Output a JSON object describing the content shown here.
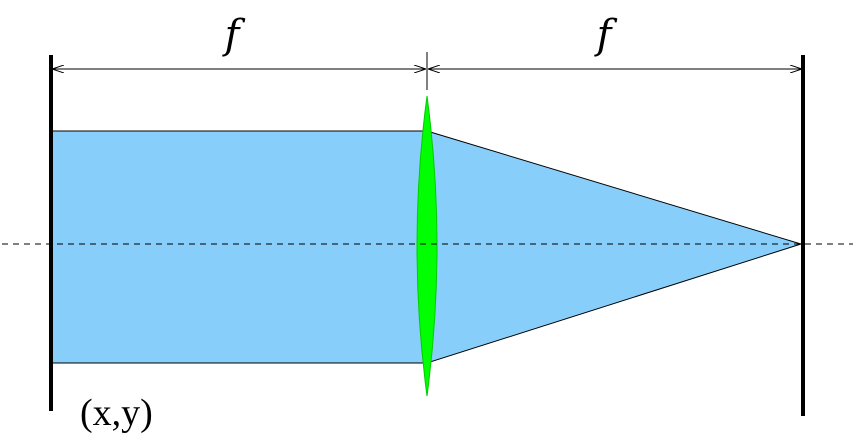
{
  "labels": {
    "focal_left": "f",
    "focal_right": "f",
    "input_plane": "(x,y)"
  },
  "colors": {
    "beam": "#87CEFA",
    "lens": "#00FF00",
    "line": "#000000",
    "background": "#FFFFFF"
  }
}
